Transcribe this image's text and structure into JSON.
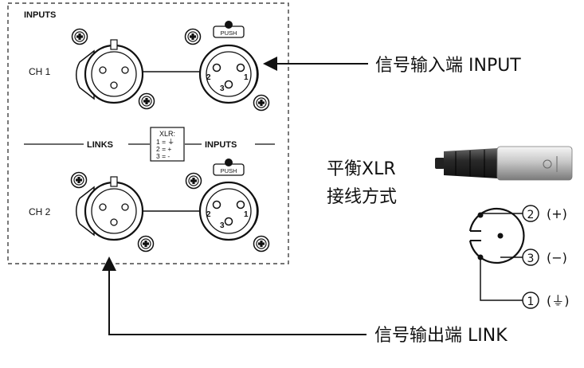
{
  "panel": {
    "inputs_heading": "INPUTS",
    "ch1_label": "CH 1",
    "ch2_label": "CH 2",
    "links_label": "LINKS",
    "inputs_label": "INPUTS",
    "push_label": "PUSH",
    "xlr_legend": {
      "title": "XLR:",
      "line1": "1 = ⏚",
      "line2": "2 = +",
      "line3": "3 = -"
    },
    "pin_numbers": {
      "p1": "1",
      "p2": "2",
      "p3": "3"
    }
  },
  "callouts": {
    "input": "信号输入端 INPUT",
    "link": "信号输出端 LINK"
  },
  "balanced": {
    "line1": "平衡XLR",
    "line2": "接线方式",
    "pins": [
      {
        "num": "2",
        "sign": "(+)"
      },
      {
        "num": "3",
        "sign": "(−)"
      },
      {
        "num": "1",
        "sign": "(⏚)"
      }
    ]
  }
}
